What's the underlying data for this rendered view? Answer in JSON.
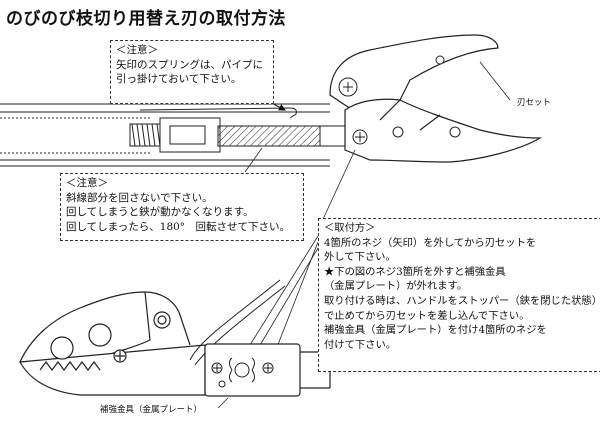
{
  "title": "のびのび枝切り用替え刃の取付方法",
  "note1": {
    "heading": "＜注意＞",
    "lines": [
      "矢印のスプリングは、パイプに",
      "引っ掛けておいて下さい。"
    ]
  },
  "note2": {
    "heading": "＜注意＞",
    "lines": [
      "斜線部分を回さないで下さい。",
      "回してしまうと鋏が動かなくなります。",
      "回してしまったら、180°　回転させて下さい。"
    ]
  },
  "note3": {
    "heading": "＜取付方＞",
    "lines": [
      "4箇所のネジ（矢印）を外してから刃セットを",
      "外して下さい。",
      "★下の図のネジ3箇所を外すと補強金具",
      "（金属プレート）が外れます。",
      "取り付ける時は、ハンドルをストッパー（鋏を閉じた状態）",
      "で止めてから刃セットを差し込んで下さい。",
      "補強金具（金属プレート）を付け4箇所のネジを",
      "付けて下さい。"
    ]
  },
  "labels": {
    "blade_set": "刃セット",
    "reinforcement_plate": "補強金具（金属プレート）"
  }
}
